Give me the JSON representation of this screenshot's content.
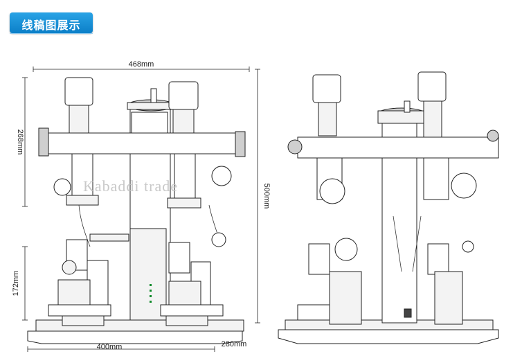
{
  "header": {
    "title": "线稿图展示"
  },
  "dimensions": {
    "width_top": "468mm",
    "height_upper": "268mm",
    "height_total": "500mm",
    "height_lower": "172mm",
    "base_width": "400mm",
    "base_depth": "280mm"
  },
  "watermark": "Kabaddi trade"
}
